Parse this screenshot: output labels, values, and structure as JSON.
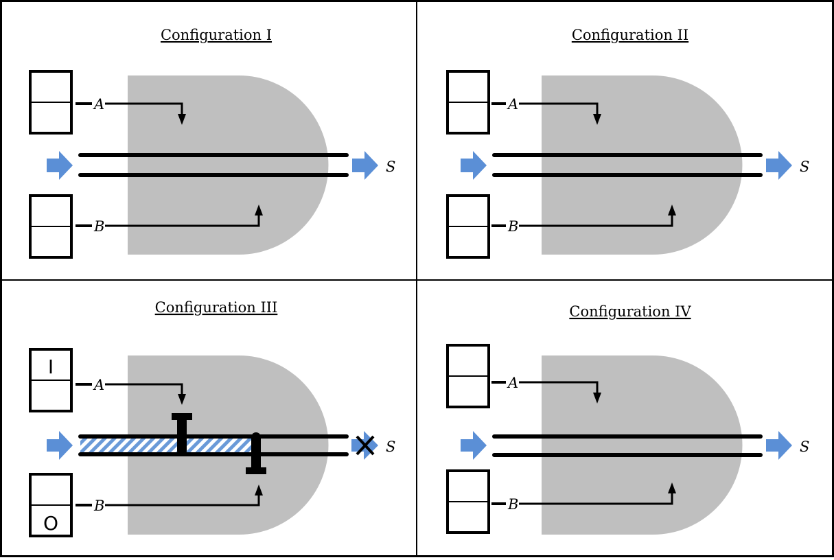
{
  "panels": [
    {
      "title": "Configuration I",
      "labels": {
        "a": "A",
        "b": "B",
        "s": "S"
      },
      "switch_a": "",
      "switch_b": "",
      "blocked": false
    },
    {
      "title": "Configuration II",
      "labels": {
        "a": "A",
        "b": "B",
        "s": "S"
      },
      "switch_a": "",
      "switch_b": "",
      "blocked": false
    },
    {
      "title": "Configuration III",
      "labels": {
        "a": "A",
        "b": "B",
        "s": "S"
      },
      "switch_a": "I",
      "switch_b": "O",
      "blocked": true
    },
    {
      "title": "Configuration IV",
      "labels": {
        "a": "A",
        "b": "B",
        "s": "S"
      },
      "switch_a": "",
      "switch_b": "",
      "blocked": false
    }
  ],
  "colors": {
    "chamber": "#bfbfbf",
    "flow_arrow": "#5b8fd6",
    "hatch": "#6a9ad8",
    "line": "#000000",
    "background": "#ffffff"
  }
}
